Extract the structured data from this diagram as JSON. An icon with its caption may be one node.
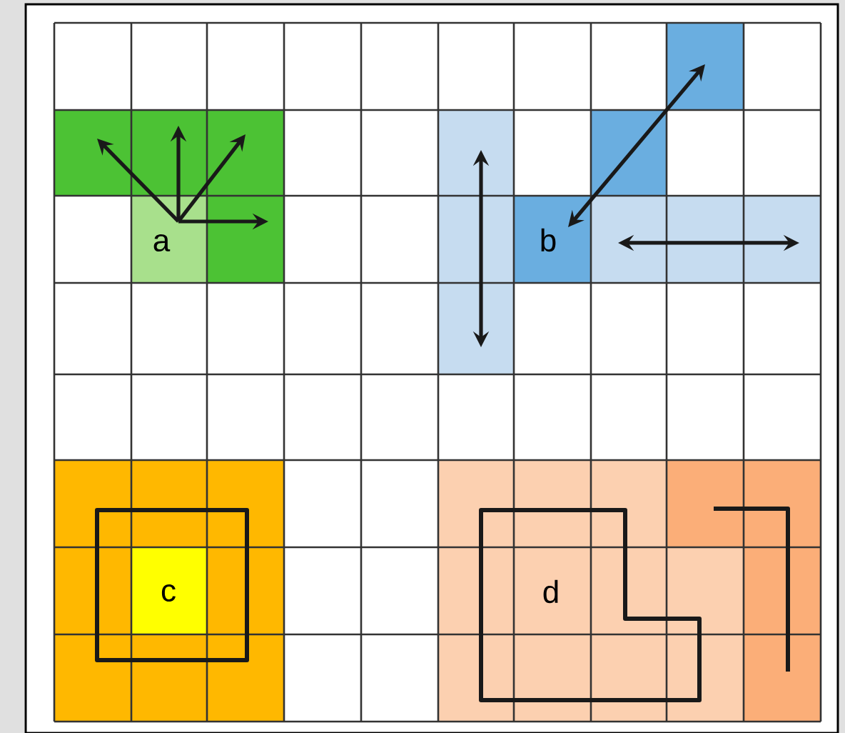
{
  "diagram": {
    "nodes": [
      {
        "text": [
          "a"
        ]
      },
      {
        "text": [
          "b"
        ]
      },
      {
        "text": [
          "c"
        ]
      },
      {
        "text": [
          "d"
        ]
      }
    ]
  }
}
